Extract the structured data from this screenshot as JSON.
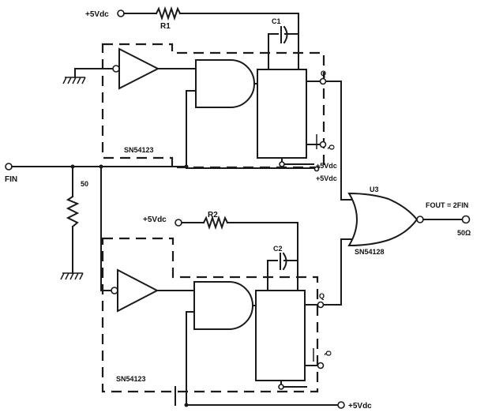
{
  "labels": {
    "supply_top": "+5Vdc",
    "r1": "R1",
    "c1": "C1",
    "q_top": "Q",
    "qbar_top": "Q",
    "ic_top": "SN54123",
    "vcc_top_1": "+5Vdc",
    "vcc_top_2": "+5Vdc",
    "fin": "FIN",
    "r_term": "50",
    "u3": "U3",
    "fout": "FOUT = 2FIN",
    "ohm": "50Ω",
    "ic_or": "SN54128",
    "supply_bottom": "+5Vdc",
    "r2": "R2",
    "c2": "C2",
    "q_bottom": "Q",
    "qbar_bottom": "Q",
    "ic_bottom": "SN54123",
    "vcc_bottom": "+5Vdc"
  }
}
